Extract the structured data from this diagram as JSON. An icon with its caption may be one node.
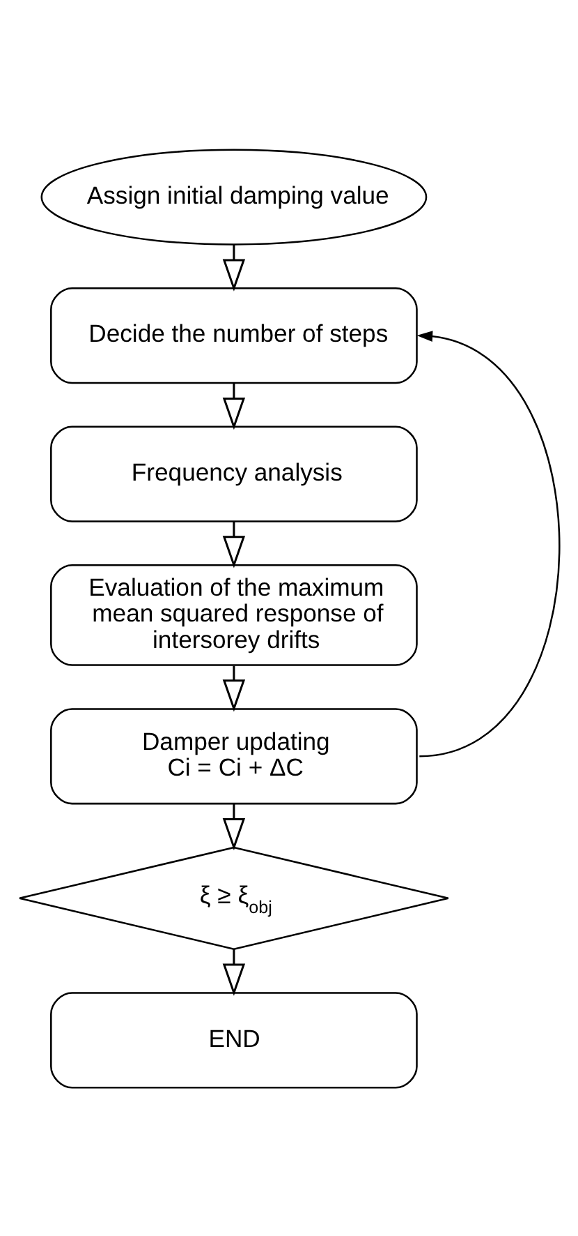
{
  "diagram": {
    "nodes": [
      {
        "text": [
          "Assign initial damping value"
        ]
      },
      {
        "text": [
          "Decide the number of steps"
        ]
      },
      {
        "text": [
          "Frequency analysis"
        ]
      },
      {
        "text": [
          "Evaluation of the maximum mean squared response of intersorey drifts"
        ]
      },
      {
        "text": [
          "Damper updating",
          "Ci = Ci + ΔC"
        ]
      },
      {
        "text": [
          "ξ ≥ ξ$_{obj}$"
        ]
      },
      {
        "text": [
          "END"
        ]
      }
    ],
    "edges": [
      {
        "from": 0,
        "to": 1,
        "arrow": "to"
      },
      {
        "from": 1,
        "to": 2,
        "arrow": "to"
      },
      {
        "from": 2,
        "to": 3,
        "arrow": "to"
      },
      {
        "from": 3,
        "to": 4,
        "arrow": "to"
      },
      {
        "from": 4,
        "to": 5,
        "arrow": "to"
      },
      {
        "from": 5,
        "to": 6,
        "arrow": "to"
      },
      {
        "from": 4,
        "to": 1,
        "arrow": "to"
      }
    ]
  }
}
